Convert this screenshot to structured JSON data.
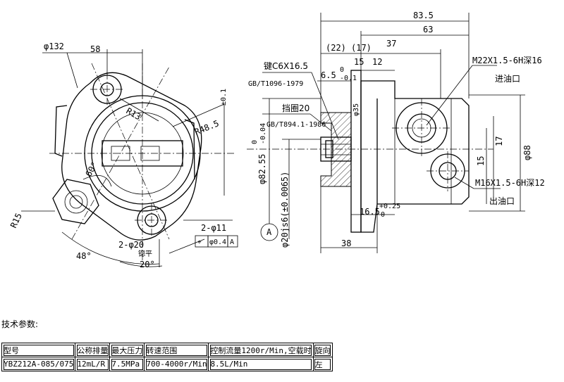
{
  "labels": {
    "front": {
      "dia_132": "φ132",
      "width_58": "58",
      "r13": "R13",
      "r48": "R48.5",
      "r48_tol": "±0.1",
      "ang_60": "60°",
      "r15": "R15",
      "holes_11": "2-φ11",
      "tol_frame_sym": "⌖",
      "tol_frame_val": "φ0.4",
      "tol_frame_ref": "A",
      "holes_20": "2-φ20",
      "holes_20_sub": "锪平",
      "ang_48": "48°",
      "ang_20": "20°"
    },
    "side": {
      "dim_83_5": "83.5",
      "dim_63": "63",
      "dim_22": "(22)",
      "dim_17": "(17)",
      "dim_37": "37",
      "dim_15": "15",
      "dim_12": "12",
      "key": "键C6X16.5",
      "key_std": "GB/T1096-1979",
      "dim_6_5": "6.5",
      "dim_6_5_up": "0",
      "dim_6_5_lo": "-0.1",
      "ring": "挡圈20",
      "ring_std": "GB/T894.1-1986",
      "dim_82_55": "φ82.55",
      "dim_82_55_up": "0",
      "dim_82_55_lo": "-0.04",
      "dim_20js6": "φ20js6(±0.0065)",
      "datum": "A",
      "dim_16_5": "16.5",
      "dim_16_5_up": "+0.25",
      "dim_16_5_lo": "0",
      "dim_38": "38",
      "port_in": "M22X1.5-6H深16",
      "port_in_cn": "进油口",
      "port_out": "M16X1.5-6H深12",
      "port_out_cn": "出油口",
      "dim_88": "φ88",
      "dim_15b": "15",
      "dim_17b": "17",
      "dim_35": "φ35"
    }
  },
  "specs": {
    "title": "技术参数:",
    "headers": [
      "型号",
      "公称排量",
      "最大压力",
      "转速范围",
      "控制流量1200r/Min,空载时",
      "旋向"
    ],
    "row": [
      "YBZ212A-085/075",
      "12mL/R",
      "7.5MPa",
      "700-4000r/Min",
      "8.5L/Min",
      "左"
    ]
  }
}
